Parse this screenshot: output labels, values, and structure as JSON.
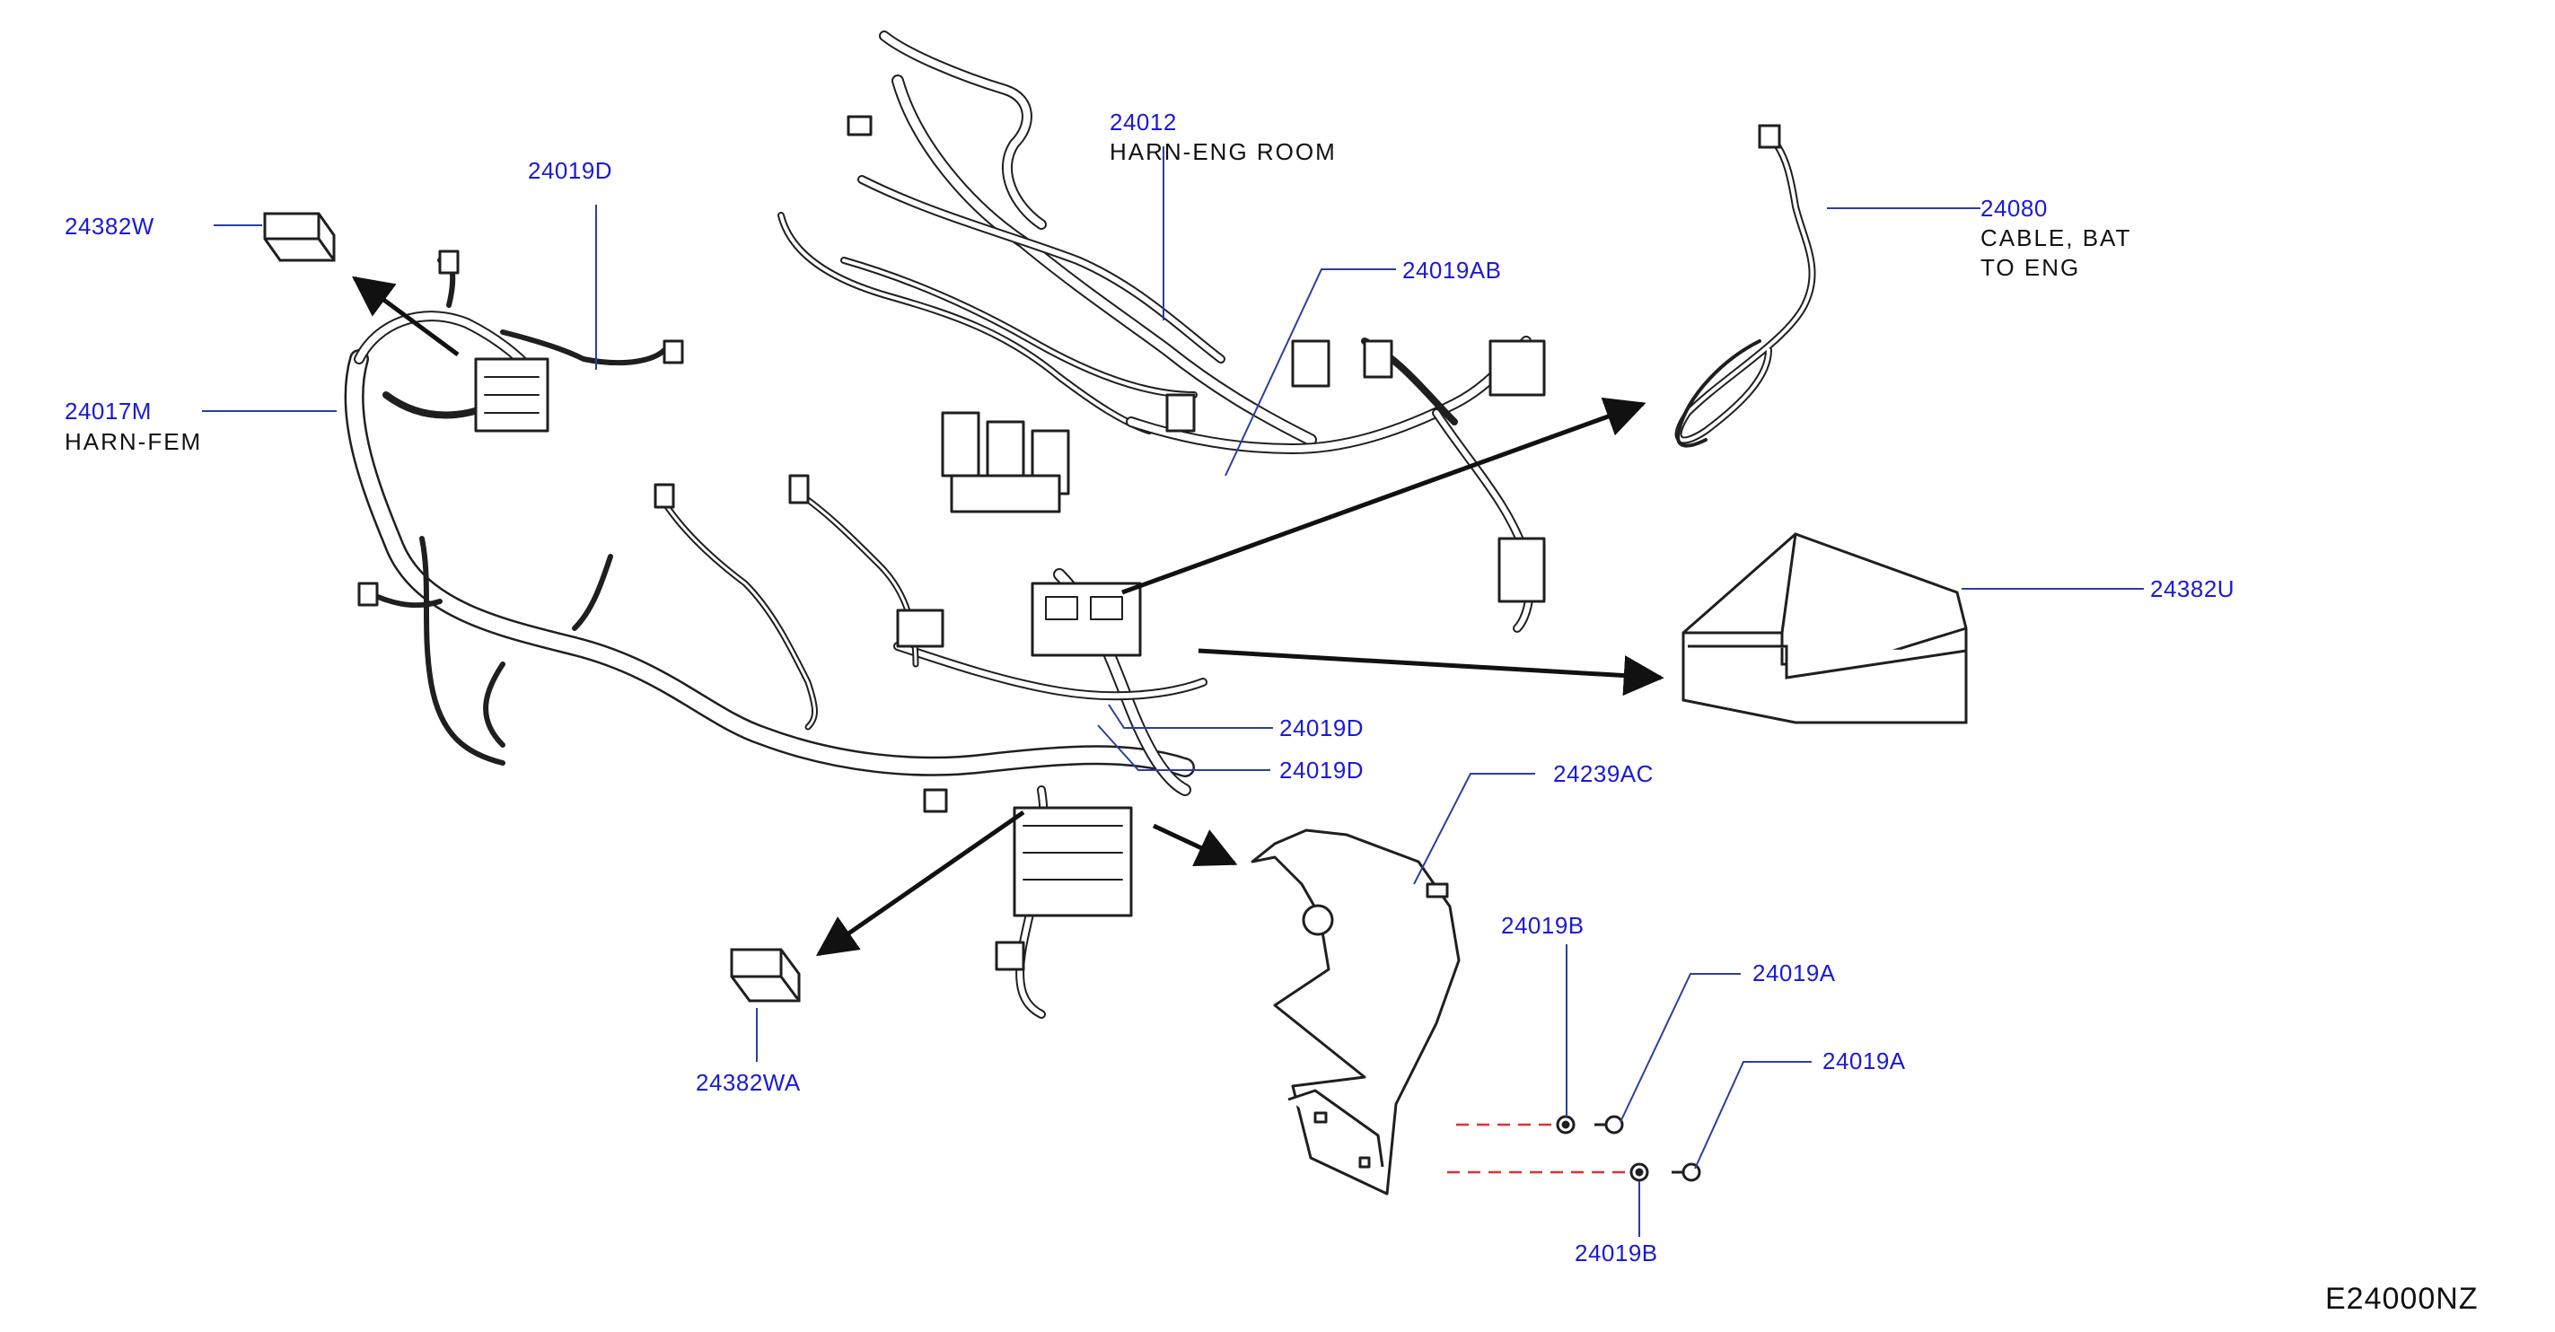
{
  "diagram_code": "E24000NZ",
  "colors": {
    "part_number": "#1a1ad6",
    "line": "#1f1f1f",
    "leader": "#2b3f9e",
    "dashed": "#e03030"
  },
  "callouts": [
    {
      "id": "24382W",
      "part_number": "24382W",
      "description": []
    },
    {
      "id": "24019D_top",
      "part_number": "24019D",
      "description": []
    },
    {
      "id": "24017M",
      "part_number": "24017M",
      "description": [
        "HARN-FEM"
      ]
    },
    {
      "id": "24012",
      "part_number": "24012",
      "description": [
        "HARN-ENG  ROOM"
      ]
    },
    {
      "id": "24019AB",
      "part_number": "24019AB",
      "description": []
    },
    {
      "id": "24080",
      "part_number": "24080",
      "description": [
        "CABLE,  BAT",
        "TO  ENG"
      ]
    },
    {
      "id": "24382U",
      "part_number": "24382U",
      "description": []
    },
    {
      "id": "24019D_mid1",
      "part_number": "24019D",
      "description": []
    },
    {
      "id": "24019D_mid2",
      "part_number": "24019D",
      "description": []
    },
    {
      "id": "24239AC",
      "part_number": "24239AC",
      "description": []
    },
    {
      "id": "24019B_top",
      "part_number": "24019B",
      "description": []
    },
    {
      "id": "24019A_top",
      "part_number": "24019A",
      "description": []
    },
    {
      "id": "24019A_bottom",
      "part_number": "24019A",
      "description": []
    },
    {
      "id": "24382WA",
      "part_number": "24382WA",
      "description": []
    },
    {
      "id": "24019B_bottom",
      "part_number": "24019B",
      "description": []
    }
  ]
}
